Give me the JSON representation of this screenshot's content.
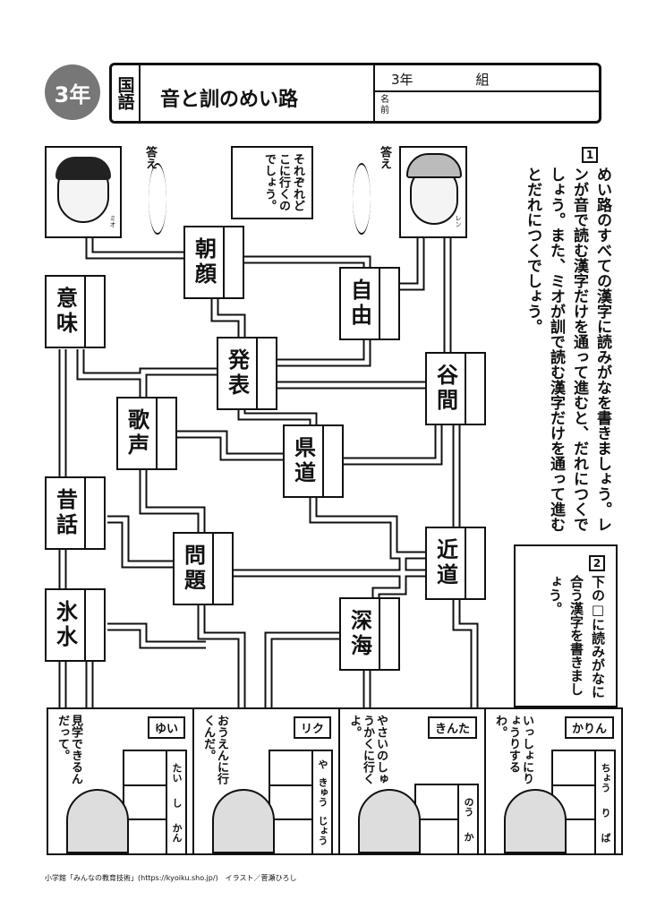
{
  "header": {
    "grade_badge": "3年",
    "subject": "国語",
    "title": "音と訓のめい路",
    "class_label_grade": "3年",
    "class_label_group": "組",
    "name_label": "名前"
  },
  "q1": {
    "number": "1",
    "text": "めい路のすべての漢字に読みがなを書きましょう。レンが音で読む漢字だけを通って進むと、だれにつくでしょう。また、ミオが訓で読む漢字だけを通って進むとだれにつくでしょう。"
  },
  "maze": {
    "speech": "それぞれどこに行くのでしょう。",
    "answer_label": "答え",
    "char_left": "ミオ",
    "char_right": "レン",
    "kanji": [
      "朝顔",
      "意味",
      "自由",
      "発表",
      "谷間",
      "歌声",
      "県道",
      "昔話",
      "近道",
      "問題",
      "氷水",
      "深海"
    ]
  },
  "q2": {
    "number": "2",
    "text": "下の□に読みがなに合う漢字を書きましょう。"
  },
  "panels": [
    {
      "name": "ゆい",
      "speech": "見学できるんだって。",
      "reading": [
        "たい",
        "し",
        "かん"
      ]
    },
    {
      "name": "リク",
      "speech": "おうえんに行くんだ。",
      "reading": [
        "や",
        "きゅう",
        "じょう"
      ]
    },
    {
      "name": "きんた",
      "speech": "やさいのしゅうかくに行くよ。",
      "reading": [
        "のう",
        "か"
      ]
    },
    {
      "name": "かりん",
      "speech": "いっしょにりょうりするわ。",
      "reading": [
        "ちょう",
        "り",
        "ば"
      ]
    }
  ],
  "footer": "小学館「みんなの教育技術」(https://kyoiku.sho.jp/)　イラスト／菅瀬ひろし"
}
